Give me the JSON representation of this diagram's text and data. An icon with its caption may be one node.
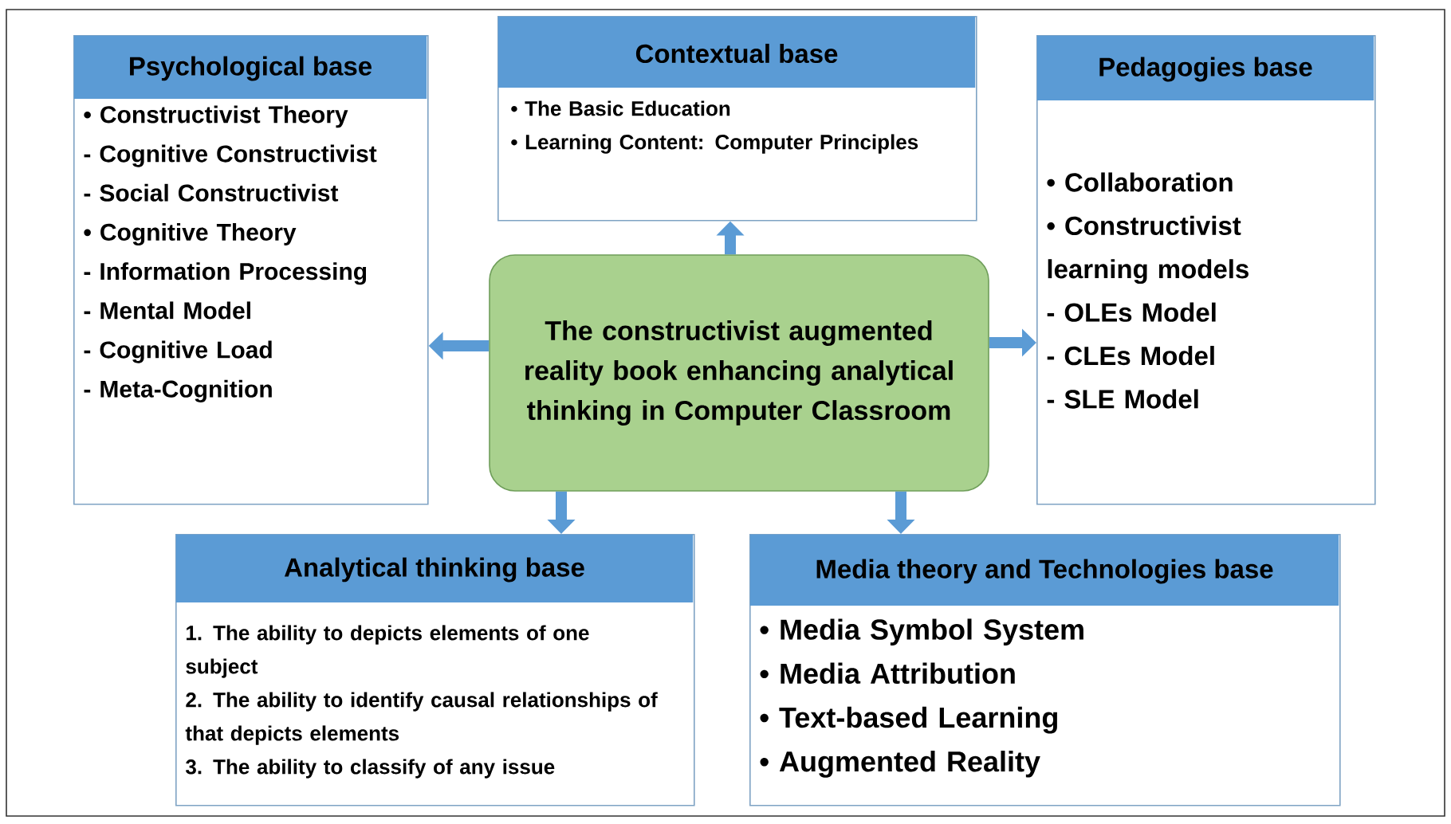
{
  "diagram": {
    "nodes": [
      {
        "text": [
          "Psychological base",
          "• Constructivist Theory",
          "- Cognitive Constructivist",
          "- Social Constructivist",
          "• Cognitive Theory",
          "- Information Processing",
          "- Mental Model",
          "- Cognitive Load",
          "- Meta-Cognition"
        ]
      },
      {
        "text": [
          "Contextual base",
          "• The Basic Education",
          "• Learning Content: Computer Principles"
        ]
      },
      {
        "text": [
          "Pedagogies base",
          "• Collaboration",
          "• Constructivist learning models",
          "- OLEs Model",
          "- CLEs Model",
          "- SLE Model"
        ]
      },
      {
        "text": [
          "The constructivist augmented reality book enhancing analytical thinking in Computer Classroom"
        ]
      },
      {
        "text": [
          "Analytical thinking base",
          "1. The ability to depicts elements of one subject",
          "2. The ability to identify causal relationships of that depicts elements",
          "3. The ability to classify of any issue"
        ]
      },
      {
        "text": [
          "Media theory and Technologies base",
          "• Media Symbol System",
          "• Media Attribution",
          "• Text-based Learning",
          "• Augmented Reality"
        ]
      }
    ],
    "edges": [
      {
        "from": 3,
        "to": 0,
        "arrow": "to"
      },
      {
        "from": 3,
        "to": 1,
        "arrow": "to"
      },
      {
        "from": 3,
        "to": 2,
        "arrow": "to"
      },
      {
        "from": 3,
        "to": 4,
        "arrow": "to"
      },
      {
        "from": 3,
        "to": 5,
        "arrow": "to"
      }
    ]
  }
}
